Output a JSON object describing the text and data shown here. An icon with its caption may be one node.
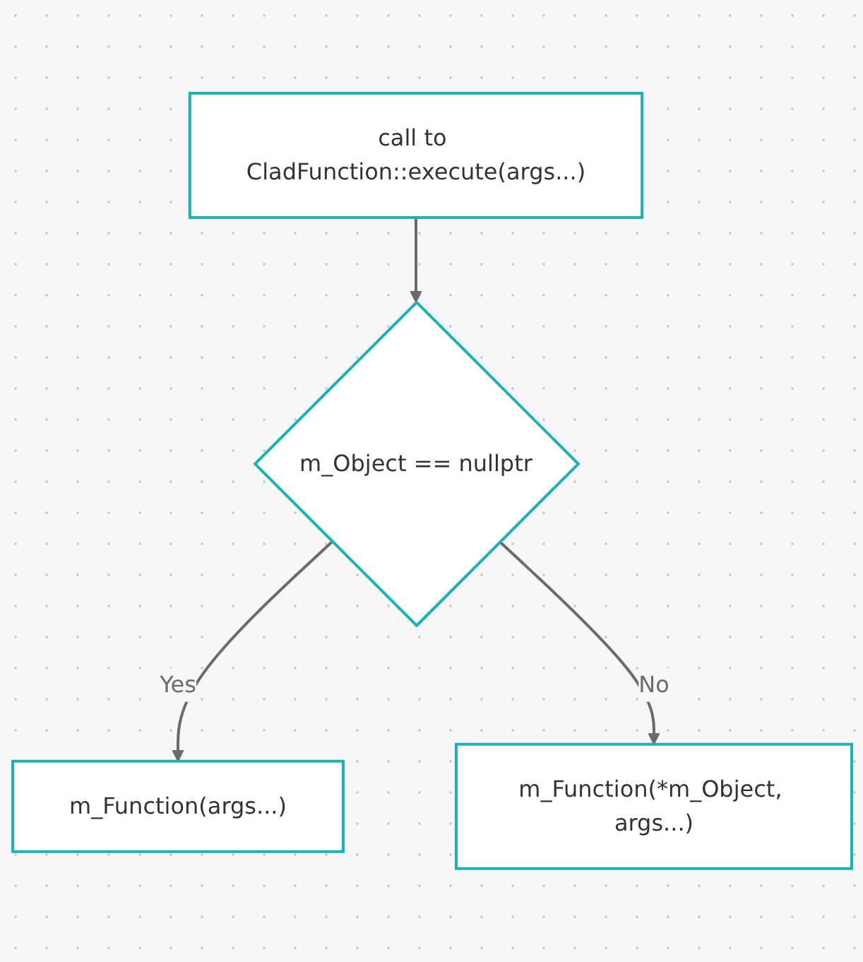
{
  "diagram": {
    "nodes": [
      {
        "text": [
          "call to CladFunction::execute(args...)"
        ]
      },
      {
        "text": [
          "m_Object == nullptr"
        ]
      },
      {
        "text": [
          "m_Function(args...)"
        ]
      },
      {
        "text": [
          "m_Function(*m_Object, args...)"
        ]
      }
    ],
    "edges": [
      {
        "from": 0,
        "to": 1,
        "arrow": "to"
      },
      {
        "from": 1,
        "to": 2,
        "arrow": "to",
        "label": "Yes"
      },
      {
        "from": 1,
        "to": 3,
        "arrow": "to",
        "label": "No"
      }
    ]
  }
}
